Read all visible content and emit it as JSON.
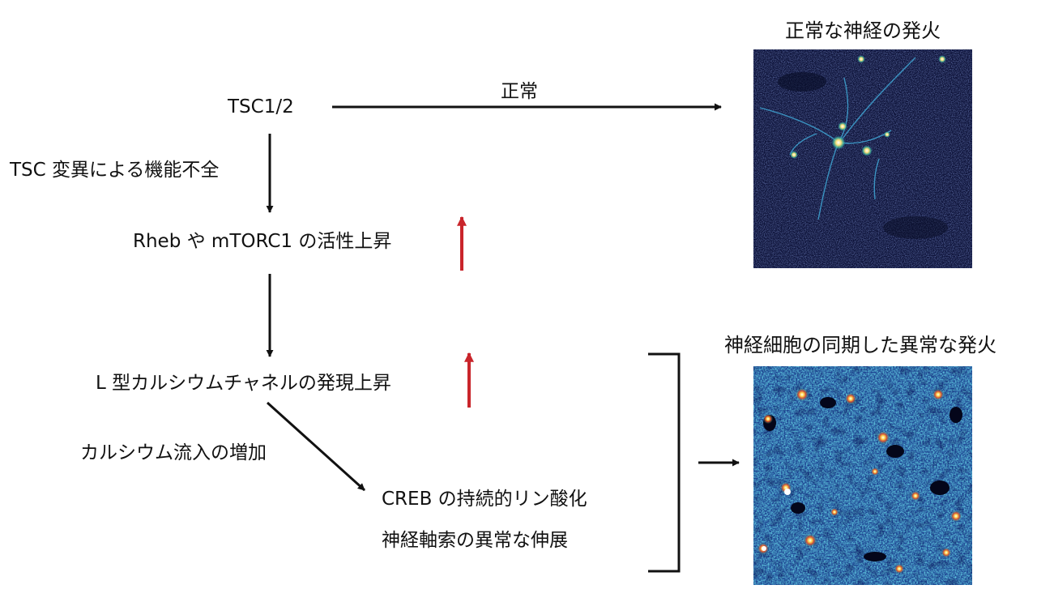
{
  "nodes": {
    "tsc": "TSC1/2",
    "normal_label": "正常",
    "dysfunction": "TSC 変異による機能不全",
    "rheb": "Rheb や mTORC1 の活性上昇",
    "lca": "L 型カルシウムチャネルの発現上昇",
    "calcium": "カルシウム流入の増加",
    "creb": "CREB の持続的リン酸化",
    "axon": "神経軸索の異常な伸展"
  },
  "panels": {
    "normal_title": "正常な神経の発火",
    "abnormal_title": "神経細胞の同期した異常な発火"
  },
  "colors": {
    "arrow": "#111111",
    "up_arrow": "#c9252b",
    "panel_dark": "#0d1238",
    "panel_mid": "#1b3f8f"
  }
}
